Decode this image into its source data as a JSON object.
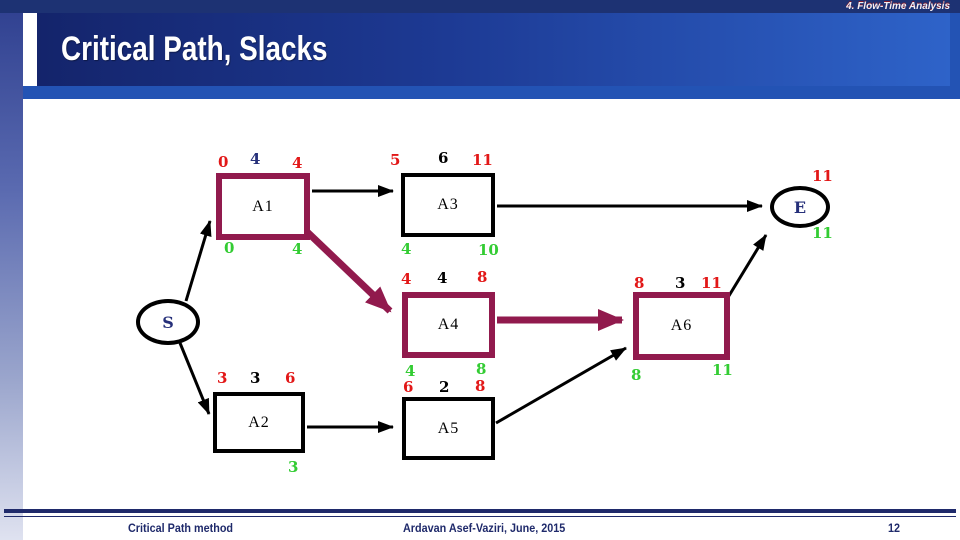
{
  "header": {
    "tag": "4. Flow-Time Analysis",
    "title": "Critical Path, Slacks"
  },
  "footer": {
    "left": "Critical Path method",
    "center": "Ardavan Asef-Vaziri, June, 2015",
    "page": "12"
  },
  "colors": {
    "critical_path": "#911a4d",
    "late_numbers": "#e21717",
    "early_numbers": "#33cc33",
    "duration_numbers": "#000000",
    "a1_duration": "#26307a",
    "banner_dark": "#14246b",
    "banner_light": "#2e63c9",
    "footer_navy": "#1f2a6b"
  },
  "diagram": {
    "s": {
      "label": "S"
    },
    "e": {
      "label": "E",
      "lf": "11",
      "ef": "11"
    },
    "a1": {
      "label": "A1",
      "ls": "0",
      "d": "4",
      "lf": "4",
      "es": "0",
      "ef": "4"
    },
    "a2": {
      "label": "A2",
      "ls": "3",
      "d": "3",
      "lf": "6",
      "ef": "3"
    },
    "a3": {
      "label": "A3",
      "ls": "5",
      "d": "6",
      "lf": "11",
      "es": "4",
      "ef": "10"
    },
    "a4": {
      "label": "A4",
      "ls": "4",
      "d": "4",
      "lf": "8",
      "es": "4",
      "ef": "8"
    },
    "a5": {
      "label": "A5",
      "ls": "6",
      "d": "2",
      "lf": "8"
    },
    "a6": {
      "label": "A6",
      "ls": "8",
      "d": "3",
      "lf": "11",
      "es": "8",
      "ef": "11"
    }
  }
}
